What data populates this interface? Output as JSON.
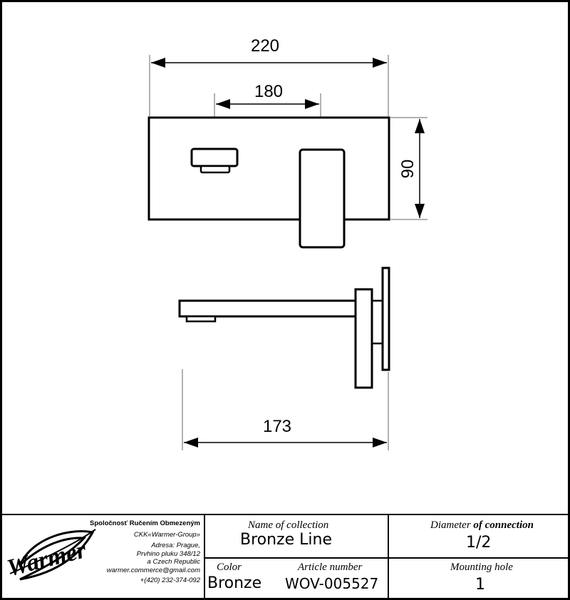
{
  "drawing": {
    "dimensions": {
      "overall_width": "220",
      "spout_spacing": "180",
      "plate_height": "90",
      "spout_projection": "173"
    }
  },
  "title_block": {
    "logo_text": "Warmer",
    "company": {
      "line1": "Spoločnosť Ručením Obmezeným",
      "line2": "CKK«Warmer-Group»",
      "line3": "Adresa: Prague,",
      "line4": "Prvhino pluku 348/12",
      "line5": "a Czech Republic",
      "email": "warmer.commerce@gmail.com",
      "phone": "+(420) 232-374-092"
    },
    "collection_label": "Name of collection",
    "collection_value": "Bronze Line",
    "color_label": "Color",
    "color_value": "Bronze",
    "article_label": "Article number",
    "article_value": "WOV-005527",
    "diameter_label_part1": "Diameter",
    "diameter_label_part2": "of connection",
    "diameter_value": "1/2",
    "mounting_label": "Mounting hole",
    "mounting_value": "1"
  }
}
